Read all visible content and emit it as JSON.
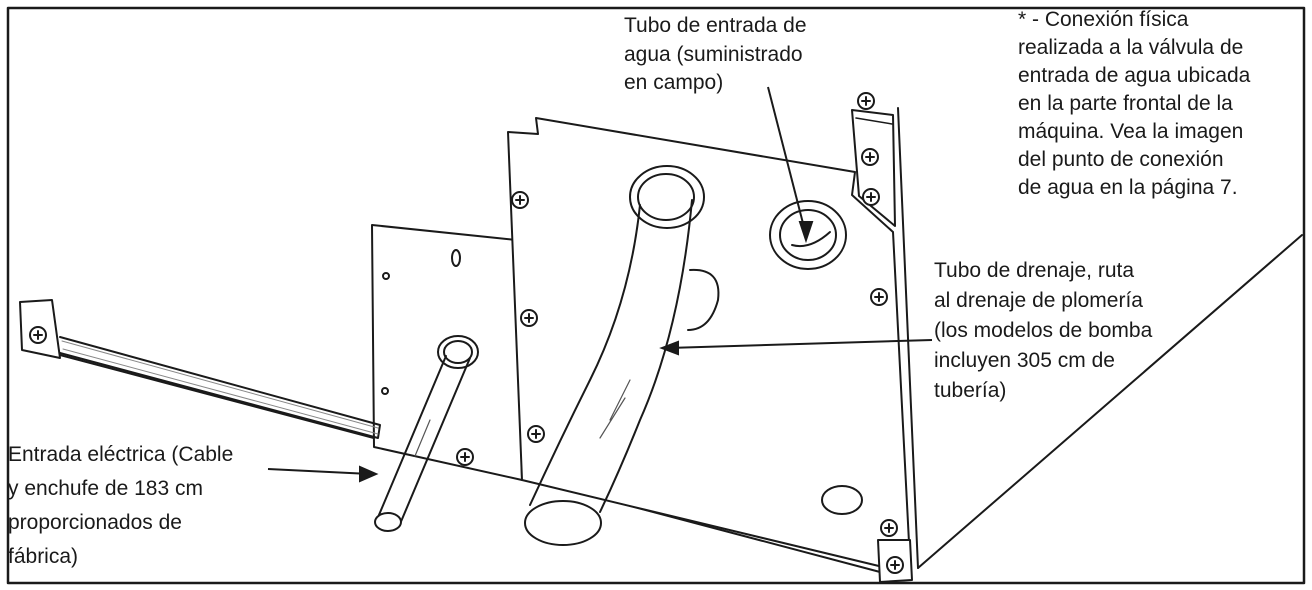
{
  "colors": {
    "line": "#1a1a1a",
    "background": "#ffffff",
    "hatch": "#555555"
  },
  "labels": {
    "water_inlet": [
      "Tubo de entrada de",
      "agua (suministrado",
      "en campo)"
    ],
    "connection_note": [
      "* - Conexión física",
      "realizada a la válvula de",
      "entrada de agua ubicada",
      "en la parte frontal de la",
      "máquina. Vea la imagen",
      "del punto de conexión",
      "de agua en la página 7."
    ],
    "drain": [
      "Tubo de drenaje, ruta",
      "al drenaje de plomería",
      "(los modelos de bomba",
      "incluyen 305 cm de",
      "tubería)"
    ],
    "electrical": [
      "Entrada eléctrica (Cable",
      "y enchufe de 183 cm",
      "proporcionados de",
      "fábrica)"
    ]
  }
}
